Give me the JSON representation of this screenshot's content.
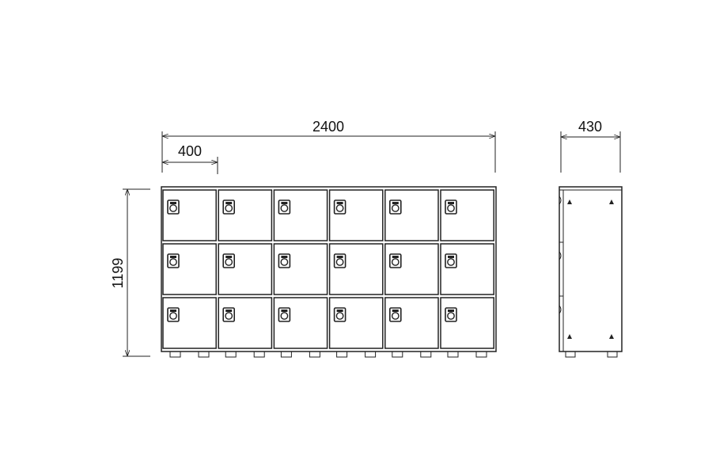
{
  "dimensions": {
    "overall_width": "2400",
    "door_width": "400",
    "depth": "430",
    "height": "1199"
  },
  "locker": {
    "columns": 6,
    "rows": 3
  },
  "colors": {
    "line": "#222222",
    "background": "#ffffff"
  }
}
